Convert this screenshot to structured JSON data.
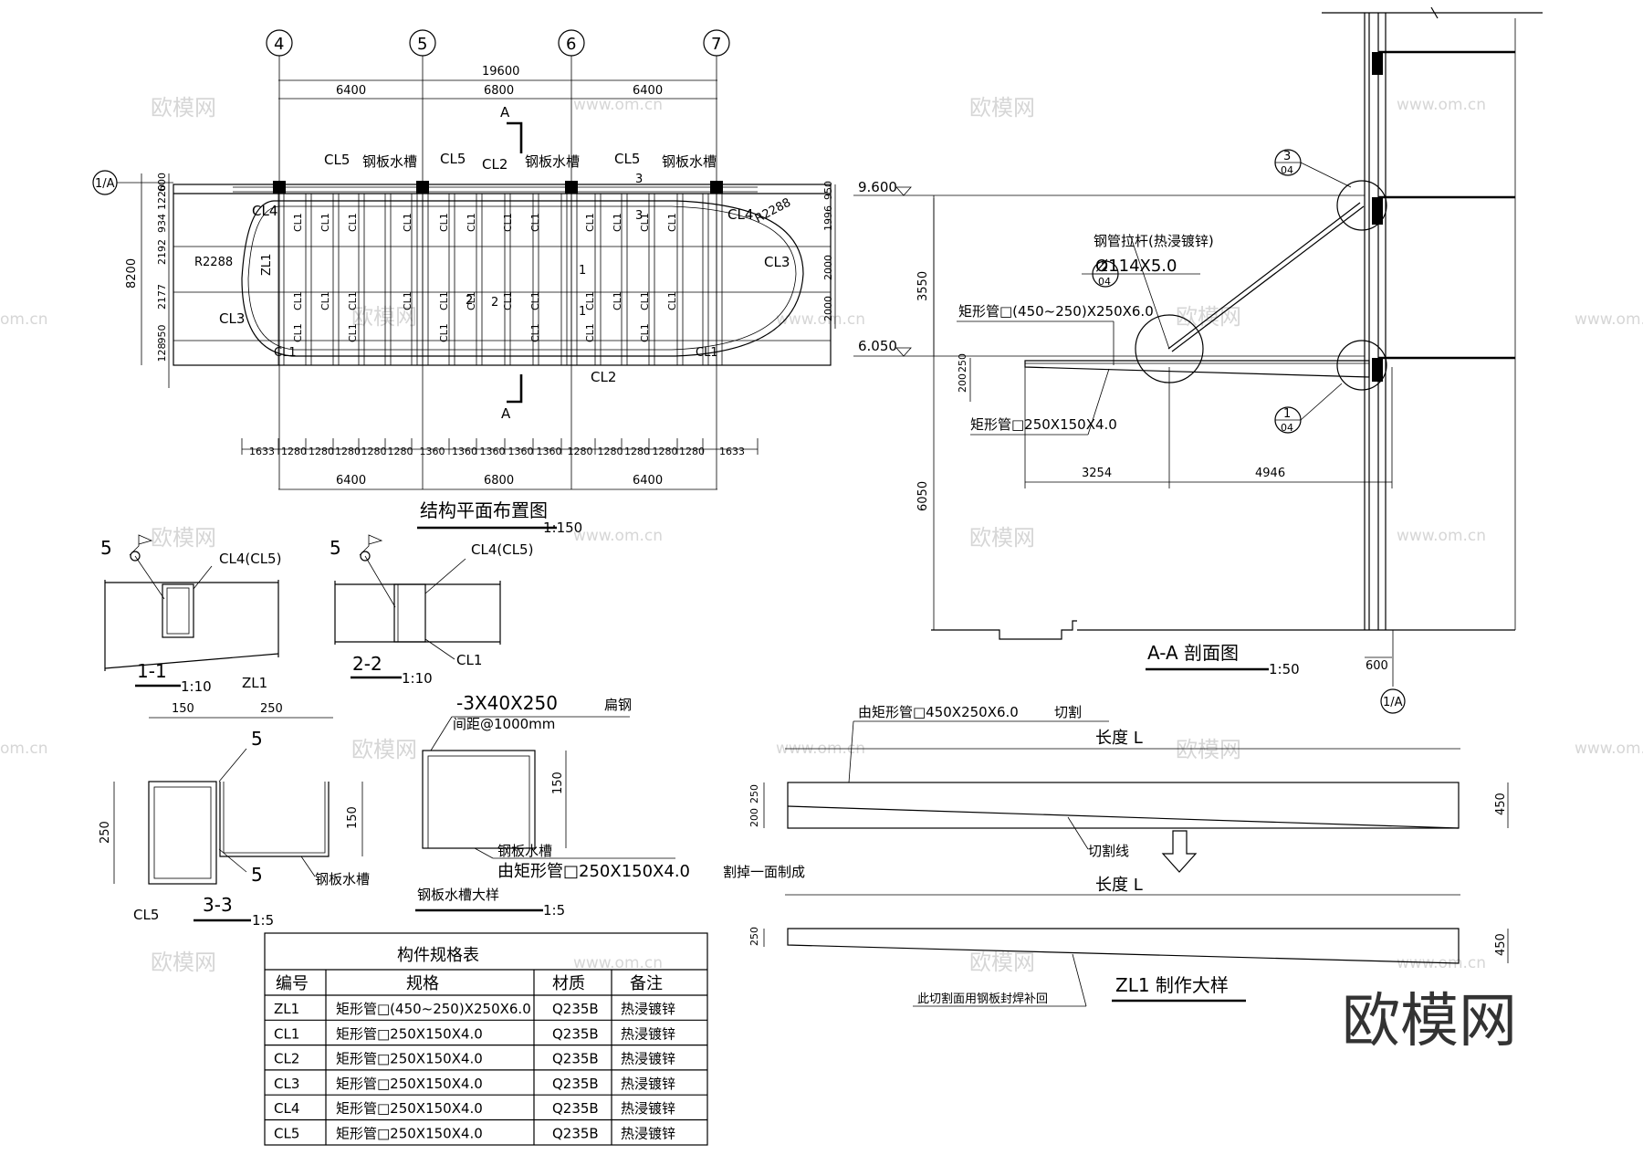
{
  "watermark": {
    "brand": "欧模网",
    "url": "www.om.cn",
    "url_short": "om.cn"
  },
  "plan": {
    "title": "结构平面布置图",
    "scale": "1:150",
    "axes": [
      "4",
      "5",
      "6",
      "7"
    ],
    "axis_A": "1/A",
    "top_total": "19600",
    "top_spans": [
      "6400",
      "6800",
      "6400"
    ],
    "bottom_spans": [
      "6400",
      "6800",
      "6400"
    ],
    "bottom_sub": [
      "1633",
      "1280",
      "1280",
      "1280",
      "1280",
      "1280",
      "1360",
      "1360",
      "1360",
      "1360",
      "1360",
      "1280",
      "1280",
      "1280",
      "1280",
      "1280",
      "1633"
    ],
    "left_total": "8200",
    "left_sub": [
      "600",
      "1220",
      "934",
      "2192",
      "2177",
      "950",
      "128"
    ],
    "right_sub": [
      "950",
      "1996",
      "2000",
      "2000"
    ],
    "labels": {
      "cl1": "CL1",
      "cl2": "CL2",
      "cl3": "CL3",
      "cl4": "CL4",
      "cl5": "CL5",
      "zl1": "ZL1",
      "gutter": "钢板水槽",
      "r": "R2288",
      "a": "A",
      "m1": "1",
      "m2": "2",
      "m3": "3"
    }
  },
  "section": {
    "title": "A-A 剖面图",
    "scale": "1:50",
    "elev1": "9.600",
    "elev2": "6.050",
    "dims": {
      "d3550": "3550",
      "d6050": "6050",
      "d200": "200",
      "d250": "250",
      "d3254": "3254",
      "d4946": "4946",
      "d600": "600"
    },
    "labels": {
      "rod": "钢管拉杆(热浸镀锌)",
      "rod_size": "Ø114X5.0",
      "tube1": "矩形管□(450~250)X250X6.0",
      "tube2": "矩形管□250X150X4.0",
      "axis": "1/A"
    },
    "bubbles": [
      {
        "top": "3",
        "bot": "04"
      },
      {
        "top": "2",
        "bot": "04"
      },
      {
        "top": "1",
        "bot": "04"
      }
    ]
  },
  "details": {
    "d1": {
      "title": "1-1",
      "scale": "1:10",
      "weld": "5",
      "label": "CL4(CL5)",
      "bottom": "ZL1"
    },
    "d2": {
      "title": "2-2",
      "scale": "1:10",
      "weld": "5",
      "label": "CL4(CL5)",
      "bottom": "CL1"
    },
    "d3": {
      "title": "3-3",
      "scale": "1:5",
      "w1": "150",
      "w2": "250",
      "h1": "250",
      "h2": "150",
      "weld": "5",
      "member": "CL5",
      "gutter": "钢板水槽"
    },
    "gutter": {
      "title": "钢板水槽大样",
      "scale": "1:5",
      "flat": "-3X40X250",
      "flat_unit": "扁钢",
      "spacing": "间距@1000mm",
      "dim": "150",
      "name": "钢板水槽",
      "note_a": "由矩形管□250X150X4.0",
      "note_b": "割掉一面制成"
    },
    "zl1": {
      "title": "ZL1 制作大样",
      "from_a": "由矩形管□450X250X6.0",
      "from_b": "切割",
      "length": "长度 L",
      "cut": "切割线",
      "h450": "450",
      "h200": "200",
      "h250": "250",
      "patch": "此切割面用钢板封焊补回"
    }
  },
  "table": {
    "title": "构件规格表",
    "headers": [
      "编号",
      "规格",
      "材质",
      "备注"
    ],
    "rows": [
      [
        "ZL1",
        "矩形管□(450~250)X250X6.0",
        "Q235B",
        "热浸镀锌"
      ],
      [
        "CL1",
        "矩形管□250X150X4.0",
        "Q235B",
        "热浸镀锌"
      ],
      [
        "CL2",
        "矩形管□250X150X4.0",
        "Q235B",
        "热浸镀锌"
      ],
      [
        "CL3",
        "矩形管□250X150X4.0",
        "Q235B",
        "热浸镀锌"
      ],
      [
        "CL4",
        "矩形管□250X150X4.0",
        "Q235B",
        "热浸镀锌"
      ],
      [
        "CL5",
        "矩形管□250X150X4.0",
        "Q235B",
        "热浸镀锌"
      ]
    ]
  }
}
